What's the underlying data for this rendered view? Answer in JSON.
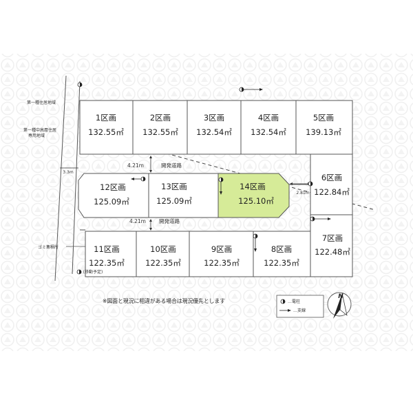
{
  "lots": [
    {
      "id": "1",
      "name": "1区画",
      "area": "132.55㎡",
      "highlight": false
    },
    {
      "id": "2",
      "name": "2区画",
      "area": "132.55㎡",
      "highlight": false
    },
    {
      "id": "3",
      "name": "3区画",
      "area": "132.54㎡",
      "highlight": false
    },
    {
      "id": "4",
      "name": "4区画",
      "area": "132.54㎡",
      "highlight": false
    },
    {
      "id": "5",
      "name": "5区画",
      "area": "139.13㎡",
      "highlight": false
    },
    {
      "id": "6",
      "name": "6区画",
      "area": "122.84㎡",
      "highlight": false
    },
    {
      "id": "7",
      "name": "7区画",
      "area": "122.48㎡",
      "highlight": false
    },
    {
      "id": "8",
      "name": "8区画",
      "area": "122.35㎡",
      "highlight": false
    },
    {
      "id": "9",
      "name": "9区画",
      "area": "122.35㎡",
      "highlight": false
    },
    {
      "id": "10",
      "name": "10区画",
      "area": "122.35㎡",
      "highlight": false
    },
    {
      "id": "11",
      "name": "11区画",
      "area": "122.35㎡",
      "highlight": false
    },
    {
      "id": "12",
      "name": "12区画",
      "area": "125.09㎡",
      "highlight": false
    },
    {
      "id": "13",
      "name": "13区画",
      "area": "125.09㎡",
      "highlight": false
    },
    {
      "id": "14",
      "name": "14区画",
      "area": "125.10㎡",
      "highlight": true
    }
  ],
  "labels": {
    "zone_upper": "第一種住居地域",
    "zone_lower_1": "第一種中高層住居",
    "zone_lower_2": "専用地域",
    "road_width_main": "3.3m",
    "road_upper_width": "4.21m",
    "road_upper_name": "開発道路",
    "road_lower_width": "4.21m",
    "road_lower_name": "開発道路",
    "garbage": "ゴミ集積所",
    "pole_planned": "(移動予定)",
    "side_width": "2.81m",
    "note": "※図面と現況に相違がある場合は現況優先とします",
    "legend_pole": "…電柱",
    "legend_wire": "…支線",
    "north": "N"
  },
  "colors": {
    "highlight_fill": "#d6eb98",
    "line": "#555555",
    "watermark": "#f2f2f2"
  },
  "icons": [
    "utility-pole-icon",
    "guy-wire-icon",
    "north-arrow-icon"
  ]
}
